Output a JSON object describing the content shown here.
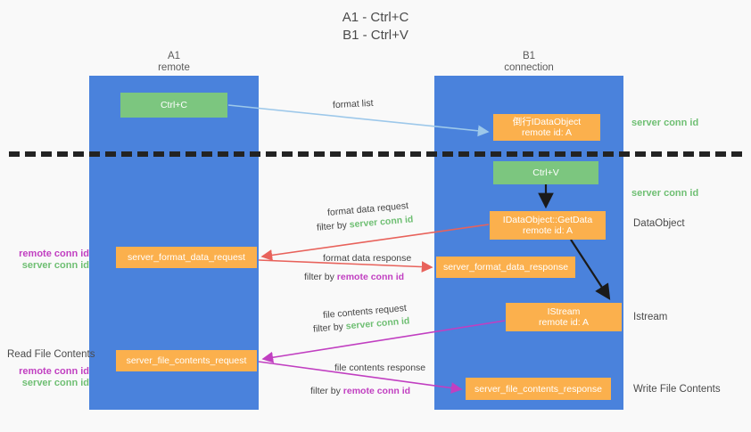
{
  "title": "A1 - Ctrl+C\nB1 - Ctrl+V",
  "columns": {
    "left": {
      "name": "A1",
      "role": "remote",
      "label": "A1\nremote"
    },
    "right": {
      "name": "B1",
      "role": "connection",
      "label": "B1\nconnection"
    }
  },
  "colors": {
    "lane": "#4a82dc",
    "green_box": "#7cc67f",
    "orange_box": "#fbb04d",
    "server_conn_id": "#6fbf73",
    "remote_conn_id": "#c13fc1",
    "background": "#f9f9f9",
    "separator": "#232323",
    "arrow_format_list": "#9dc8ea",
    "arrow_format_data": "#e8625b",
    "arrow_file_contents": "#c13fc1",
    "arrow_black": "#1a1a1a"
  },
  "boxes": {
    "ctrl_c": "Ctrl+C",
    "ctrl_v": "Ctrl+V",
    "idataobject": "倒行IDataObject\nremote id: A",
    "getdata": "IDataObject::GetData\nremote id: A",
    "istream": "IStream\nremote id: A",
    "server_format_data_request": "server_format_data_request",
    "server_format_data_response": "server_format_data_response",
    "server_file_contents_request": "server_file_contents_request",
    "server_file_contents_response": "server_file_contents_response"
  },
  "side_labels": {
    "dataobject": "DataObject",
    "istream": "Istream",
    "write_file_contents": "Write File Contents",
    "read_file_contents": "Read File Contents"
  },
  "conn_labels": {
    "server": "server conn id",
    "remote": "remote conn id"
  },
  "captions": {
    "format_list": "format list",
    "format_data_request": "format data request",
    "format_data_request_filter_prefix": "filter by ",
    "format_data_request_filter_value": "server conn id",
    "format_data_response": "format data response",
    "format_data_response_filter_prefix": "filter by ",
    "format_data_response_filter_value": "remote conn id",
    "file_contents_request": "file contents request",
    "file_contents_request_filter_prefix": "filter by ",
    "file_contents_request_filter_value": "server conn id",
    "file_contents_response": "file contents response",
    "file_contents_response_filter_prefix": "filter by ",
    "file_contents_response_filter_value": "remote conn id"
  }
}
